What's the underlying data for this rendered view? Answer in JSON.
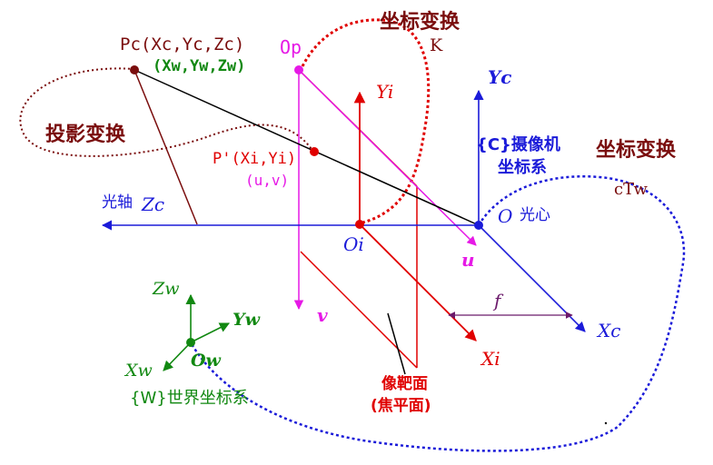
{
  "labels": {
    "pc": "Pc(Xc,Yc,Zc)",
    "pw": "(Xw,Yw,Zw)",
    "op": "Op",
    "top_transform": "坐标变换",
    "top_K": "K",
    "projection": "投影变换",
    "yi": "Yi",
    "yc": "Yc",
    "camera_frame_l1": "{C}摄像机",
    "camera_frame_l2": "坐标系",
    "right_transform": "坐标变换",
    "ctw": "cTw",
    "pprime": "P'(Xi,Yi)",
    "uv": "(u,v)",
    "optical_axis": "光轴",
    "zc": "Zc",
    "o": "O",
    "optical_center": "光心",
    "oi": "Oi",
    "u": "u",
    "v": "v",
    "f": "f",
    "xc": "Xc",
    "zw": "Zw",
    "yw": "Yw",
    "xw": "Xw",
    "ow": "Ow",
    "xi": "Xi",
    "image_plane_l1": "像靶面",
    "image_plane_l2": "(焦平面)",
    "world_frame": "{W}世界坐标系"
  },
  "colors": {
    "blue": "#1b1bd9",
    "red": "#e00000",
    "darkred": "#7a0d0d",
    "magenta": "#e619e6",
    "green": "#118811",
    "black": "#000000"
  }
}
